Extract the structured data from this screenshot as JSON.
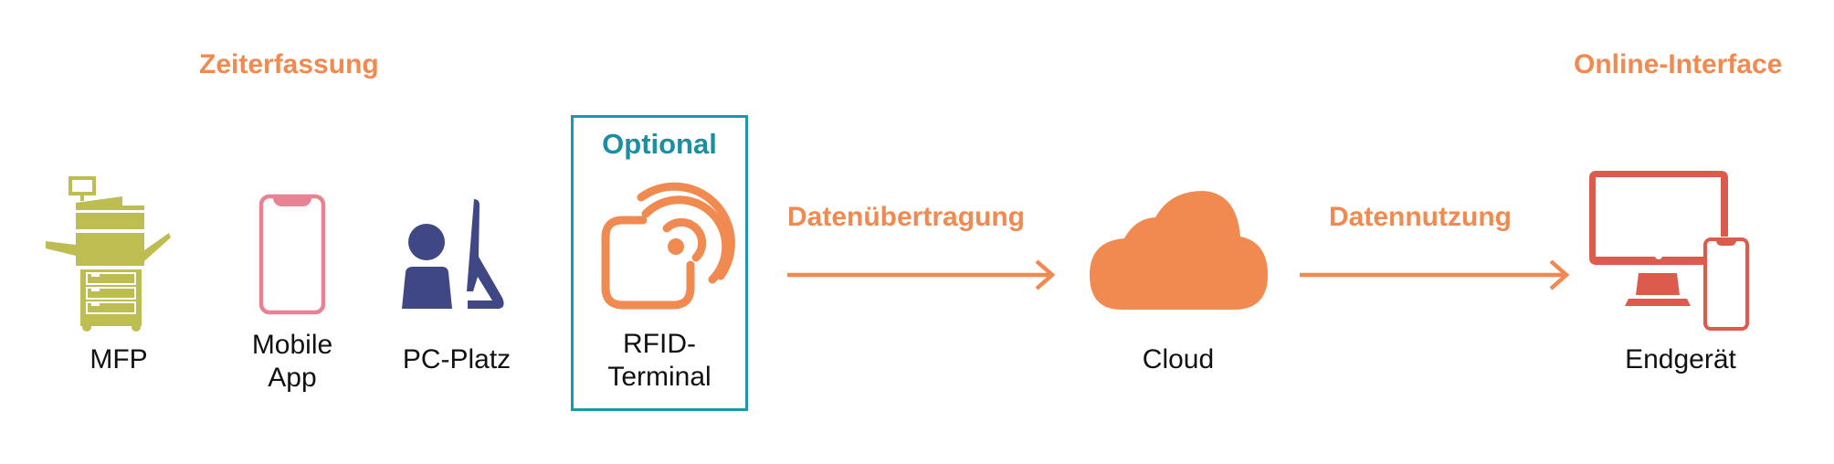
{
  "sections": {
    "capture": "Zeiterfassung",
    "interface": "Online-Interface"
  },
  "devices": [
    {
      "id": "mfp",
      "label": "MFP",
      "icon": "printer-icon"
    },
    {
      "id": "mobile",
      "label_line1": "Mobile",
      "label_line2": "App",
      "icon": "smartphone-icon"
    },
    {
      "id": "pc",
      "label": "PC-Platz",
      "icon": "workstation-icon"
    }
  ],
  "optional": {
    "title": "Optional",
    "label_line1": "RFID-",
    "label_line2": "Terminal",
    "icon": "rfid-icon"
  },
  "flows": [
    {
      "label": "Datenübertragung",
      "icon": "arrow-right-icon"
    },
    {
      "label": "Datennutzung",
      "icon": "arrow-right-icon"
    }
  ],
  "cloud": {
    "label": "Cloud",
    "icon": "cloud-icon"
  },
  "endpoint": {
    "label": "Endgerät",
    "icon": "monitor-phone-icon"
  },
  "colors": {
    "accent": "#f08a50",
    "teal": "#1a98ad",
    "olive": "#bdbd52",
    "pink": "#e98292",
    "navy": "#3f4784",
    "red": "#dd5b4d"
  }
}
